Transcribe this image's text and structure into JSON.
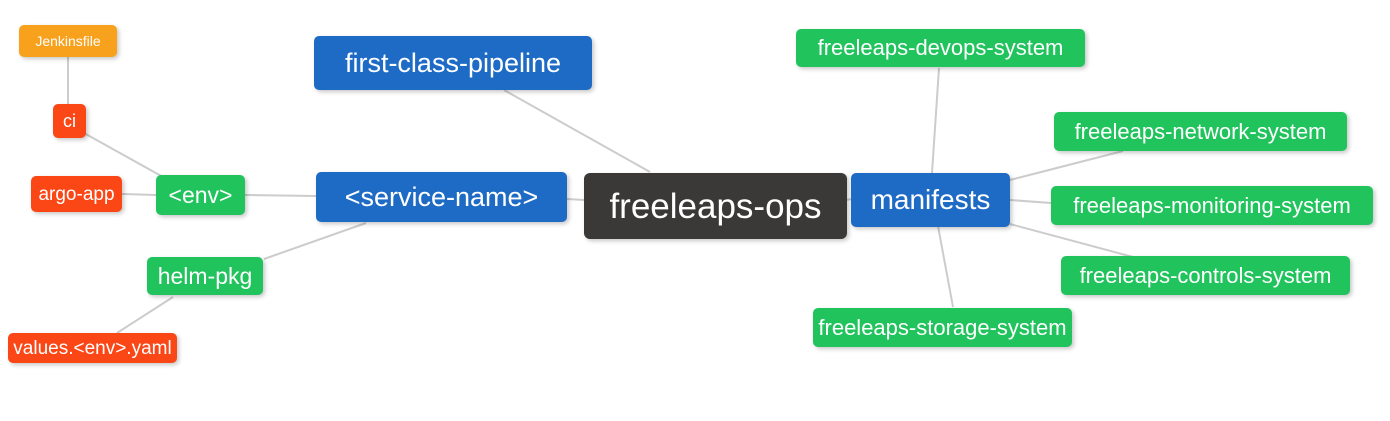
{
  "diagram": {
    "type": "mindmap",
    "root": "freeleaps-ops",
    "palette": {
      "orange": "#F8A11D",
      "red": "#FB4616",
      "green": "#21C35D",
      "blue": "#1E6BC6",
      "dark": "#3B3838",
      "edge_line": "#CCCCCC",
      "text": "#FFFFFF",
      "background": "#FFFFFF"
    },
    "nodes": [
      {
        "id": "jenkinsfile",
        "label": "Jenkinsfile",
        "color": "orange",
        "parent": "ci"
      },
      {
        "id": "ci",
        "label": "ci",
        "color": "red",
        "parent": "env"
      },
      {
        "id": "argo-app",
        "label": "argo-app",
        "color": "red",
        "parent": "env"
      },
      {
        "id": "env",
        "label": "<env>",
        "color": "green",
        "parent": "service-name"
      },
      {
        "id": "helm-pkg",
        "label": "helm-pkg",
        "color": "green",
        "parent": "service-name"
      },
      {
        "id": "values-env-yaml",
        "label": "values.<env>.yaml",
        "color": "red",
        "parent": "helm-pkg"
      },
      {
        "id": "first-class-pipeline",
        "label": "first-class-pipeline",
        "color": "blue",
        "parent": "freeleaps-ops"
      },
      {
        "id": "service-name",
        "label": "<service-name>",
        "color": "blue",
        "parent": "freeleaps-ops"
      },
      {
        "id": "freeleaps-ops",
        "label": "freeleaps-ops",
        "color": "dark",
        "parent": null
      },
      {
        "id": "manifests",
        "label": "manifests",
        "color": "blue",
        "parent": "freeleaps-ops"
      },
      {
        "id": "devops-system",
        "label": "freeleaps-devops-system",
        "color": "green",
        "parent": "manifests"
      },
      {
        "id": "network-system",
        "label": "freeleaps-network-system",
        "color": "green",
        "parent": "manifests"
      },
      {
        "id": "monitoring-system",
        "label": "freeleaps-monitoring-system",
        "color": "green",
        "parent": "manifests"
      },
      {
        "id": "controls-system",
        "label": "freeleaps-controls-system",
        "color": "green",
        "parent": "manifests"
      },
      {
        "id": "storage-system",
        "label": "freeleaps-storage-system",
        "color": "green",
        "parent": "manifests"
      }
    ],
    "edges": [
      {
        "from": "jenkinsfile",
        "to": "ci"
      },
      {
        "from": "ci",
        "to": "env"
      },
      {
        "from": "argo-app",
        "to": "env"
      },
      {
        "from": "env",
        "to": "service-name"
      },
      {
        "from": "helm-pkg",
        "to": "service-name"
      },
      {
        "from": "values-env-yaml",
        "to": "helm-pkg"
      },
      {
        "from": "first-class-pipeline",
        "to": "freeleaps-ops"
      },
      {
        "from": "service-name",
        "to": "freeleaps-ops"
      },
      {
        "from": "freeleaps-ops",
        "to": "manifests"
      },
      {
        "from": "manifests",
        "to": "devops-system"
      },
      {
        "from": "manifests",
        "to": "network-system"
      },
      {
        "from": "manifests",
        "to": "monitoring-system"
      },
      {
        "from": "manifests",
        "to": "controls-system"
      },
      {
        "from": "manifests",
        "to": "storage-system"
      }
    ]
  }
}
